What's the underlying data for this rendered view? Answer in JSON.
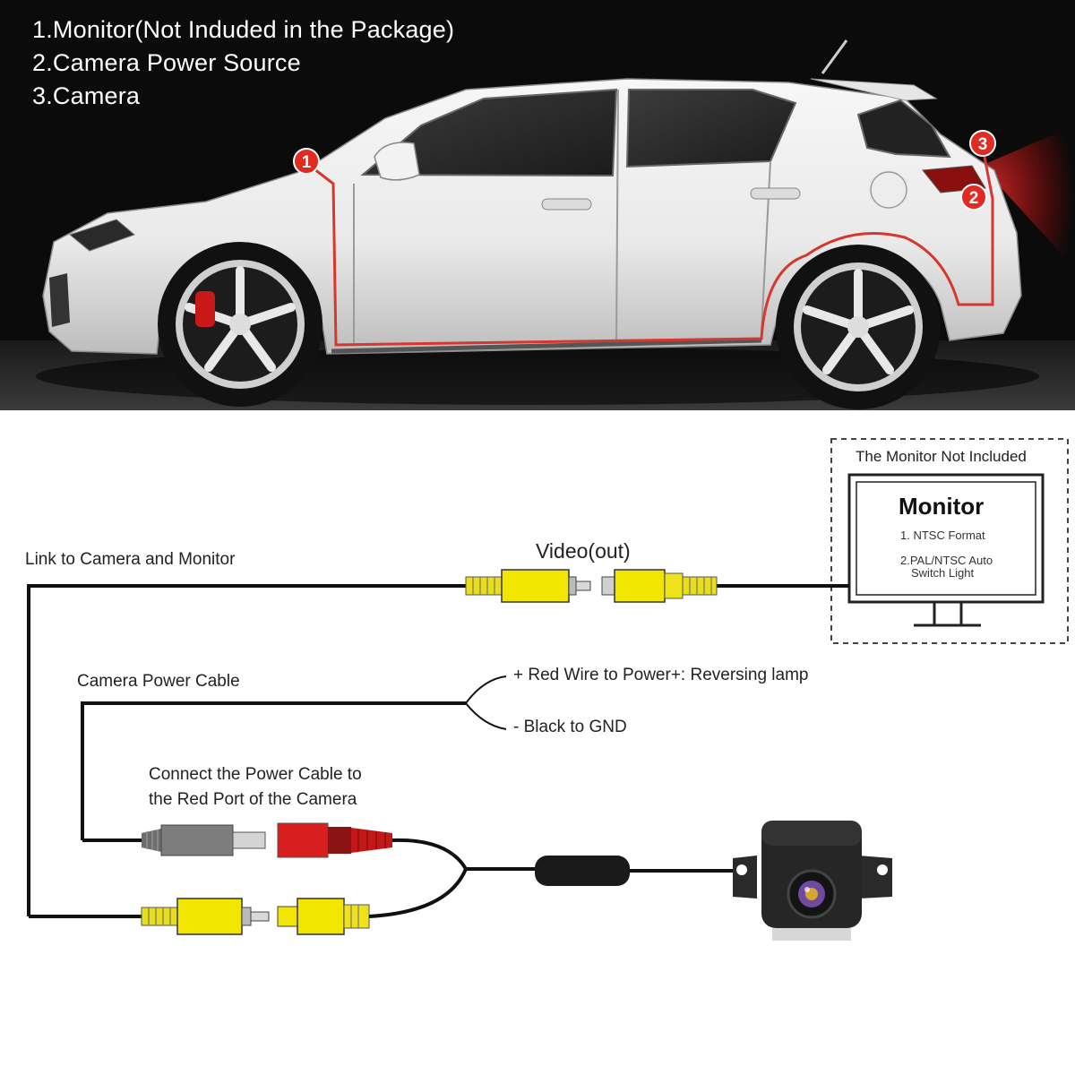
{
  "legend": {
    "item1": "1.Monitor(Not Induded in the Package)",
    "item2": "2.Camera Power Source",
    "item3": "3.Camera"
  },
  "markers": [
    "1",
    "2",
    "3"
  ],
  "labels": {
    "link": "Link to Camera and Monitor",
    "video_out": "Video(out)",
    "power_cable": "Camera Power Cable",
    "red_wire": "+ Red Wire to Power+: Reversing lamp",
    "black_gnd": "- Black to GND",
    "connect_line1": "Connect the Power Cable to",
    "connect_line2": "the Red Port of the Camera"
  },
  "monitor": {
    "not_included": "The Monitor Not Included",
    "title": "Monitor",
    "item1": "1. NTSC Format",
    "item2_line1": "2.PAL/NTSC Auto",
    "item2_line2": "Switch Light"
  },
  "colors": {
    "wire_red": "#d6372f",
    "marker_red": "#e02a22",
    "rca_yellow": "#f2e600",
    "connector_red": "#d81e1e",
    "connector_grey": "#7d7d7d"
  }
}
